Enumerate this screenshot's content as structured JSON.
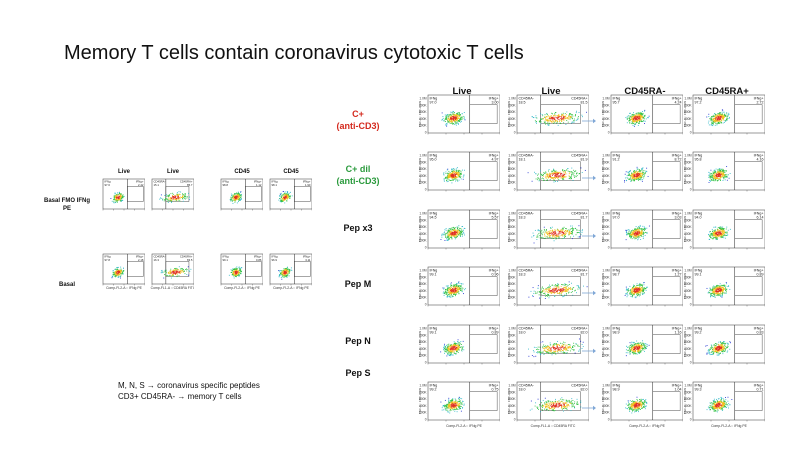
{
  "slide_title": "Memory T cells contain coronavirus cytotoxic T cells",
  "colors": {
    "red": "#d42a1e",
    "green": "#2a9a3c",
    "text": "#111111",
    "arrow": "#7fa7d6"
  },
  "left_panel": {
    "column_headers": [
      "Live",
      "Live",
      "CD45",
      "CD45"
    ],
    "row_labels": [
      "Basal FMO IFNg PE",
      "Basal"
    ],
    "rows": [
      [
        {
          "q1": "IFNg",
          "q2": "IFNg+",
          "v1": "97.6",
          "v2": "2.42"
        },
        {
          "q1": "CD45RA-",
          "q2": "CD45RA+",
          "v1": "15.1",
          "v2": "85.7"
        },
        {
          "q1": "IFNg",
          "q2": "IFNg+",
          "v1": "98.8",
          "v2": "1.12"
        },
        {
          "q1": "IFNg",
          "q2": "IFNg+",
          "v1": "98.1",
          "v2": "1.90"
        }
      ],
      [
        {
          "q1": "IFNg",
          "q2": "IFNg+",
          "v1": "97.8",
          "v2": "2.18"
        },
        {
          "q1": "CD45RA-",
          "q2": "CD45RA+",
          "v1": "16.3",
          "v2": "83.5"
        },
        {
          "q1": "IFNg",
          "q2": "IFNg+",
          "v1": "99.1",
          "v2": "0.86"
        },
        {
          "q1": "IFNg",
          "q2": "IFNg+",
          "v1": "96.9",
          "v2": "3.11"
        }
      ]
    ],
    "x_axis_labels": [
      "Comp-FL2-A :: IFNg PE",
      "Comp-FL1-A :: CD45RA FITC",
      "Comp-FL2-A :: IFNg PE",
      "Comp-FL2-A :: IFNg PE"
    ]
  },
  "conditions": [
    {
      "line1": "C+",
      "line2": "(anti-CD3)",
      "color": "red"
    },
    {
      "line1": "C+ dil",
      "line2": "(anti-CD3)",
      "color": "green"
    },
    {
      "line1": "Pep x3",
      "line2": "",
      "color": "text"
    },
    {
      "line1": "Pep M",
      "line2": "",
      "color": "text"
    },
    {
      "line1": "Pep N",
      "line2": "",
      "color": "text"
    },
    {
      "line1": "Pep S",
      "line2": "",
      "color": "text"
    }
  ],
  "right_panel": {
    "column_headers": [
      "Live",
      "Live",
      "CD45RA-",
      "CD45RA+"
    ],
    "y_axis_label": "FSC-A :: FSC-A LIN",
    "y_ticks": [
      "1.0M",
      "800K",
      "600K",
      "400K",
      "200K",
      "0"
    ],
    "x_axis_labels": [
      "Comp-FL2-A :: IFNg PE",
      "Comp-FL1-A :: CD45RA FITC",
      "Comp-FL2-A :: IFNg PE",
      "Comp-FL2-A :: IFNg PE"
    ],
    "rows": [
      [
        {
          "q1": "IFNg",
          "q2": "IFNg+",
          "v1": "97.0",
          "v2": "3.00"
        },
        {
          "q1": "CD45RA-",
          "q2": "CD45RA+",
          "v1": "18.5",
          "v2": "81.5"
        },
        {
          "q1": "IFNg",
          "q2": "IFNg+",
          "v1": "95.7",
          "v2": "4.24"
        },
        {
          "q1": "IFNg",
          "q2": "IFNg+",
          "v1": "97.2",
          "v2": "2.72"
        }
      ],
      [
        {
          "q1": "IFNg",
          "q2": "IFNg+",
          "v1": "95.0",
          "v2": "4.97"
        },
        {
          "q1": "CD45RA-",
          "q2": "CD45RA+",
          "v1": "18.1",
          "v2": "81.9"
        },
        {
          "q1": "IFNg",
          "q2": "IFNg+",
          "v1": "91.2",
          "v2": "8.72"
        },
        {
          "q1": "IFNg",
          "q2": "IFNg+",
          "v1": "95.8",
          "v2": "4.16"
        }
      ],
      [
        {
          "q1": "IFNg",
          "q2": "IFNg+",
          "v1": "94.5",
          "v2": "5.57"
        },
        {
          "q1": "CD45RA-",
          "q2": "CD45RA+",
          "v1": "18.3",
          "v2": "81.7"
        },
        {
          "q1": "IFNg",
          "q2": "IFNg+",
          "v1": "97.0",
          "v2": "3.03"
        },
        {
          "q1": "IFNg",
          "q2": "IFNg+",
          "v1": "94.0",
          "v2": "6.14"
        }
      ],
      [
        {
          "q1": "IFNg",
          "q2": "IFNg+",
          "v1": "99.1",
          "v2": "0.96"
        },
        {
          "q1": "CD45RA-",
          "q2": "CD45RA+",
          "v1": "18.3",
          "v2": "81.7"
        },
        {
          "q1": "IFNg",
          "q2": "IFNg+",
          "v1": "98.7",
          "v2": "1.27"
        },
        {
          "q1": "IFNg",
          "q2": "IFNg+",
          "v1": "99.1",
          "v2": "0.89"
        }
      ],
      [
        {
          "q1": "IFNg",
          "q2": "IFNg+",
          "v1": "99.1",
          "v2": "0.89"
        },
        {
          "q1": "CD45RA-",
          "q2": "CD45RA+",
          "v1": "18.0",
          "v2": "82.0"
        },
        {
          "q1": "IFNg",
          "q2": "IFNg+",
          "v1": "98.9",
          "v2": "1.16"
        },
        {
          "q1": "IFNg",
          "q2": "IFNg+",
          "v1": "99.2",
          "v2": "0.83"
        }
      ],
      [
        {
          "q1": "IFNg",
          "q2": "IFNg+",
          "v1": "99.2",
          "v2": "0.75"
        },
        {
          "q1": "CD45RA-",
          "q2": "CD45RA+",
          "v1": "18.0",
          "v2": "82.0"
        },
        {
          "q1": "IFNg",
          "q2": "IFNg+",
          "v1": "98.9",
          "v2": "1.04"
        },
        {
          "q1": "IFNg",
          "q2": "IFNg+",
          "v1": "99.3",
          "v2": "0.71"
        }
      ]
    ]
  },
  "notes": [
    "M, N, S → coronavirus specific peptides",
    "CD3+ CD45RA- → memory T cells"
  ]
}
